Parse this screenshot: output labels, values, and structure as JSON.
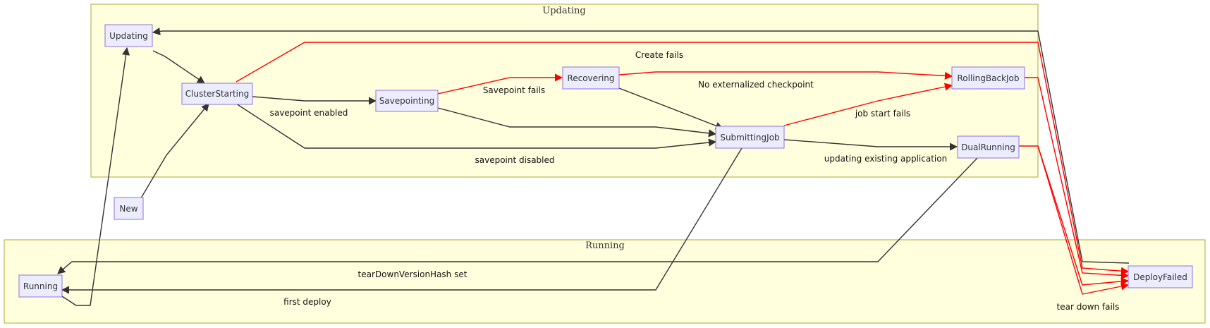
{
  "clusters": {
    "updating": "Updating",
    "running": "Running"
  },
  "nodes": {
    "updating": "Updating",
    "cluster_starting": "ClusterStarting",
    "savepointing": "Savepointing",
    "recovering": "Recovering",
    "rolling_back_job": "RollingBackJob",
    "submitting_job": "SubmittingJob",
    "dual_running": "DualRunning",
    "new": "New",
    "running": "Running",
    "deploy_failed": "DeployFailed"
  },
  "edge_labels": {
    "create_fails": "Create fails",
    "savepoint_enabled": "savepoint enabled",
    "savepoint_fails": "Savepoint fails",
    "no_externalized_checkpoint": "No externalized checkpoint",
    "job_start_fails": "job start fails",
    "savepoint_disabled": "savepoint disabled",
    "updating_existing_application": "updating existing application",
    "teardown_version_hash_set": "tearDownVersionHash set",
    "first_deploy": "first deploy",
    "tear_down_fails": "tear down fails"
  },
  "colors": {
    "cluster_fill": "#ffffde",
    "cluster_stroke": "#aaaa33",
    "node_fill": "#ececff",
    "node_stroke": "#9370db",
    "edge_normal": "#333333",
    "edge_failure": "#ff0000"
  }
}
